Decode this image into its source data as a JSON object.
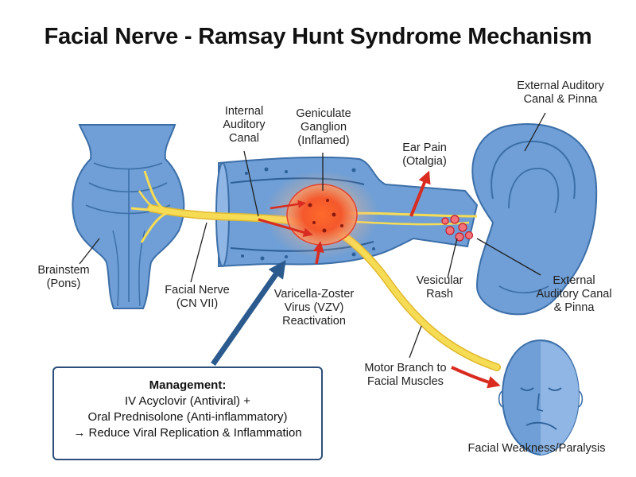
{
  "title": "Facial Nerve - Ramsay Hunt Syndrome Mechanism",
  "labels": {
    "internal_canal": [
      "Internal",
      "Auditory",
      "Canal"
    ],
    "ganglion": [
      "Geniculate",
      "Ganglion",
      "(Inflamed)"
    ],
    "ear_pain": [
      "Ear Pain",
      "(Otalgia)"
    ],
    "ext_canal_top": [
      "External Auditory",
      "Canal & Pinna"
    ],
    "brainstem": [
      "Brainstem",
      "(Pons)"
    ],
    "facial_nerve": [
      "Facial Nerve",
      "(CN VII)"
    ],
    "vzv": [
      "Varicella-Zoster",
      "Virus (VZV)",
      "Reactivation"
    ],
    "rash": [
      "Vesicular",
      "Rash"
    ],
    "ext_canal_right": [
      "External",
      "Auditory Canal",
      "& Pinna"
    ],
    "motor_branch": [
      "Motor Branch to",
      "Facial Muscles"
    ],
    "face": "Facial Weakness/Paralysis"
  },
  "management": {
    "title": "Management:",
    "lines": [
      "IV Acyclovir (Antiviral) +",
      "Oral Prednisolone (Anti-inflammatory)",
      "→ Reduce Viral Replication & Inflammation"
    ]
  },
  "colors": {
    "anatomy_blue": "#6f9fd6",
    "anatomy_outline": "#3c6ea8",
    "nerve_yellow": "#f6dc55",
    "inflamed_red": "#e8402c",
    "arrow_red": "#d92b1f",
    "arrow_navy": "#2b5a8e"
  }
}
